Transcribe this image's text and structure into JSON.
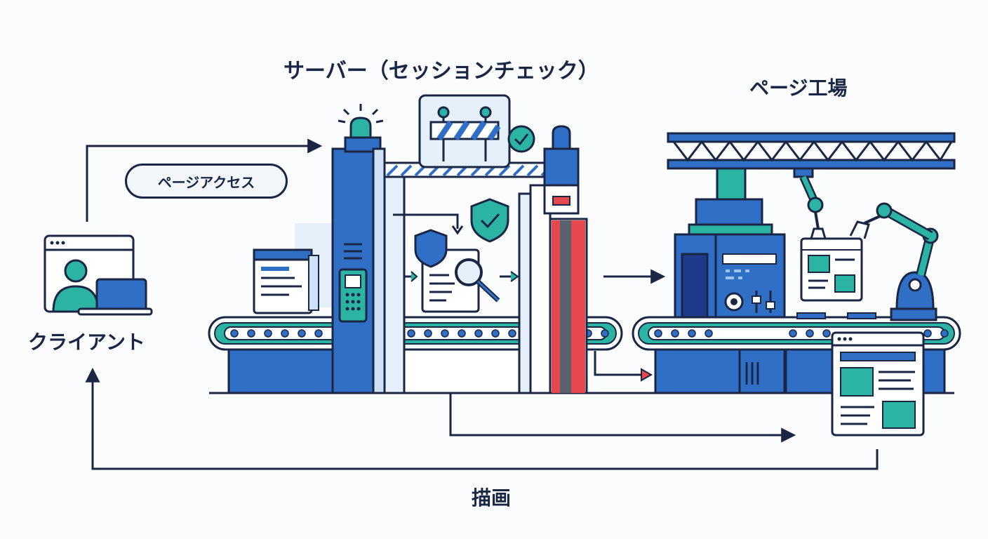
{
  "labels": {
    "server": "サーバー（セッションチェック）",
    "factory": "ページ工場",
    "client": "クライアント",
    "page_access": "ページアクセス",
    "render": "描画"
  },
  "colors": {
    "navy": "#1b2644",
    "blue": "#2f6fc6",
    "blue_light": "#e6f0fb",
    "teal": "#2bb3a3",
    "red": "#e5484d",
    "background": "#fbfcfd"
  },
  "icons": [
    "user-icon",
    "browser-window-icon",
    "laptop-icon",
    "siren-light-icon",
    "barrier-icon",
    "check-badge-icon",
    "shield-check-icon",
    "magnifier-icon",
    "keypad-icon",
    "robot-arm-icon",
    "crane-truss-icon",
    "web-page-icon"
  ]
}
